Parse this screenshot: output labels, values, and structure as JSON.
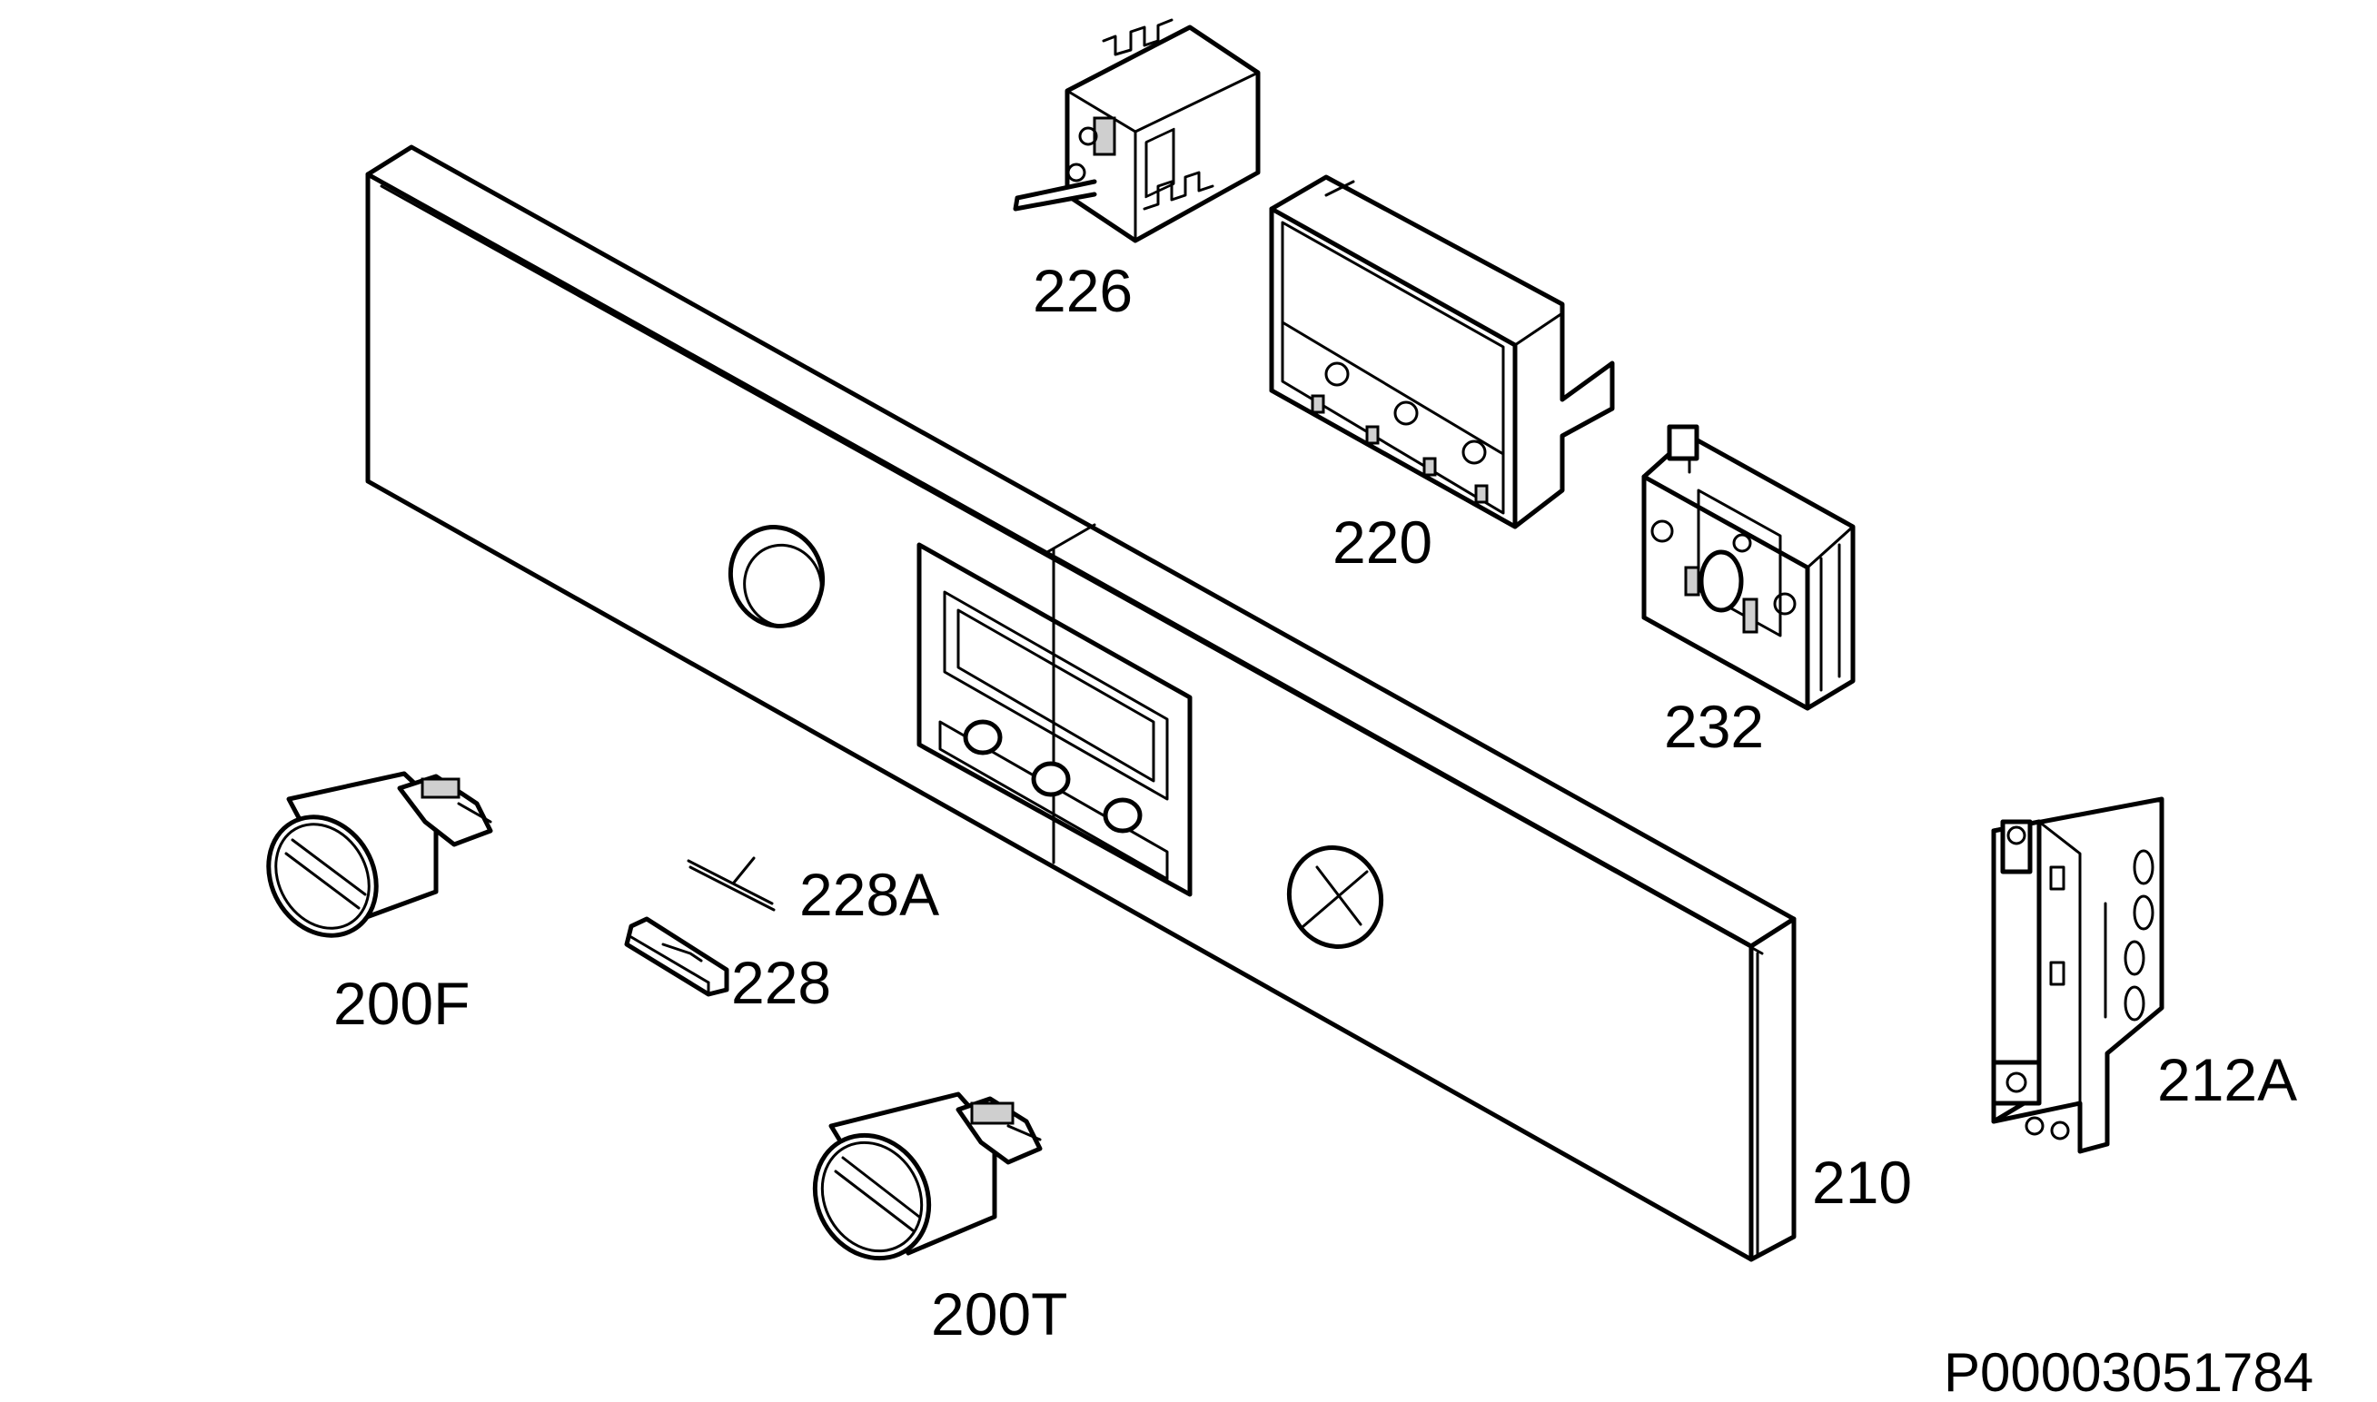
{
  "labels": {
    "p226": "226",
    "p220": "220",
    "p232": "232",
    "p212a": "212A",
    "p210": "210",
    "p200f": "200F",
    "p228a": "228A",
    "p228": "228",
    "p200t": "200T"
  },
  "drawing_code": "P00003051784",
  "colors": {
    "line": "#000000",
    "background": "#ffffff"
  }
}
